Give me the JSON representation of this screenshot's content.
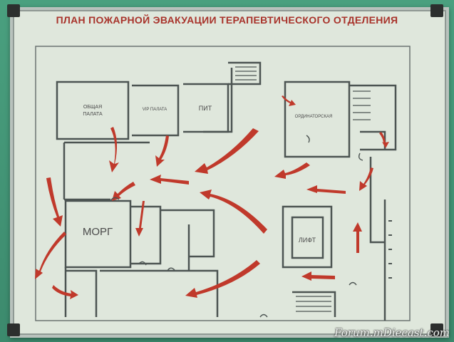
{
  "title": "ПЛАН ПОЖАРНОЙ ЭВАКУАЦИИ ТЕРАПЕВТИЧЕСКОГО ОТДЕЛЕНИЯ",
  "rooms": {
    "general_ward": [
      "ОБЩАЯ",
      "ПАЛАТА"
    ],
    "vip_ward": "VIP ПАЛАТА",
    "pit": "ПИТ",
    "ordinator": "ОРДИНАТОРСКАЯ",
    "morgue": "МОРГ",
    "elevator": "ЛИФТ"
  },
  "watermark": "Forum.mDiecast.com",
  "colors": {
    "board": "#dfe7dc",
    "walls": "#4c5452",
    "arrows": "#c0392b",
    "title": "#a8332b"
  }
}
